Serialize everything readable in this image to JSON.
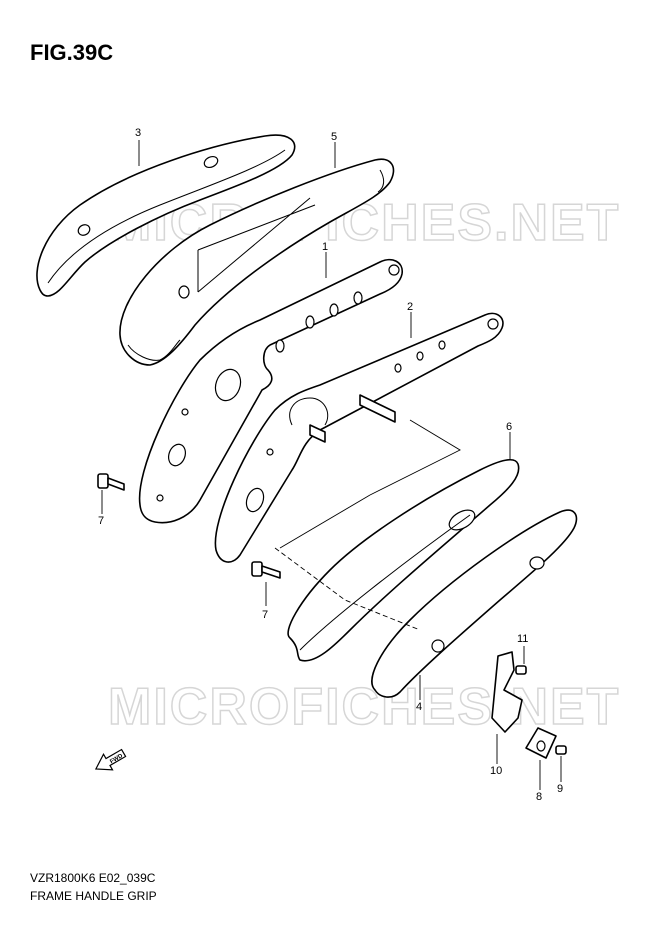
{
  "figure": {
    "title": "FIG.39C",
    "code": "VZR1800K6 E02_039C",
    "name": "FRAME HANDLE GRIP"
  },
  "watermark": {
    "text": "MICROFICHES.NET"
  },
  "fwd_arrow": {
    "label": "FWD",
    "icon": "fwd-arrow-icon"
  },
  "callouts": [
    {
      "id": "3",
      "label": "3"
    },
    {
      "id": "5",
      "label": "5"
    },
    {
      "id": "1",
      "label": "1"
    },
    {
      "id": "2",
      "label": "2"
    },
    {
      "id": "6",
      "label": "6"
    },
    {
      "id": "7a",
      "label": "7"
    },
    {
      "id": "7b",
      "label": "7"
    },
    {
      "id": "11",
      "label": "11"
    },
    {
      "id": "4",
      "label": "4"
    },
    {
      "id": "10",
      "label": "10"
    },
    {
      "id": "8",
      "label": "8"
    },
    {
      "id": "9",
      "label": "9"
    }
  ]
}
